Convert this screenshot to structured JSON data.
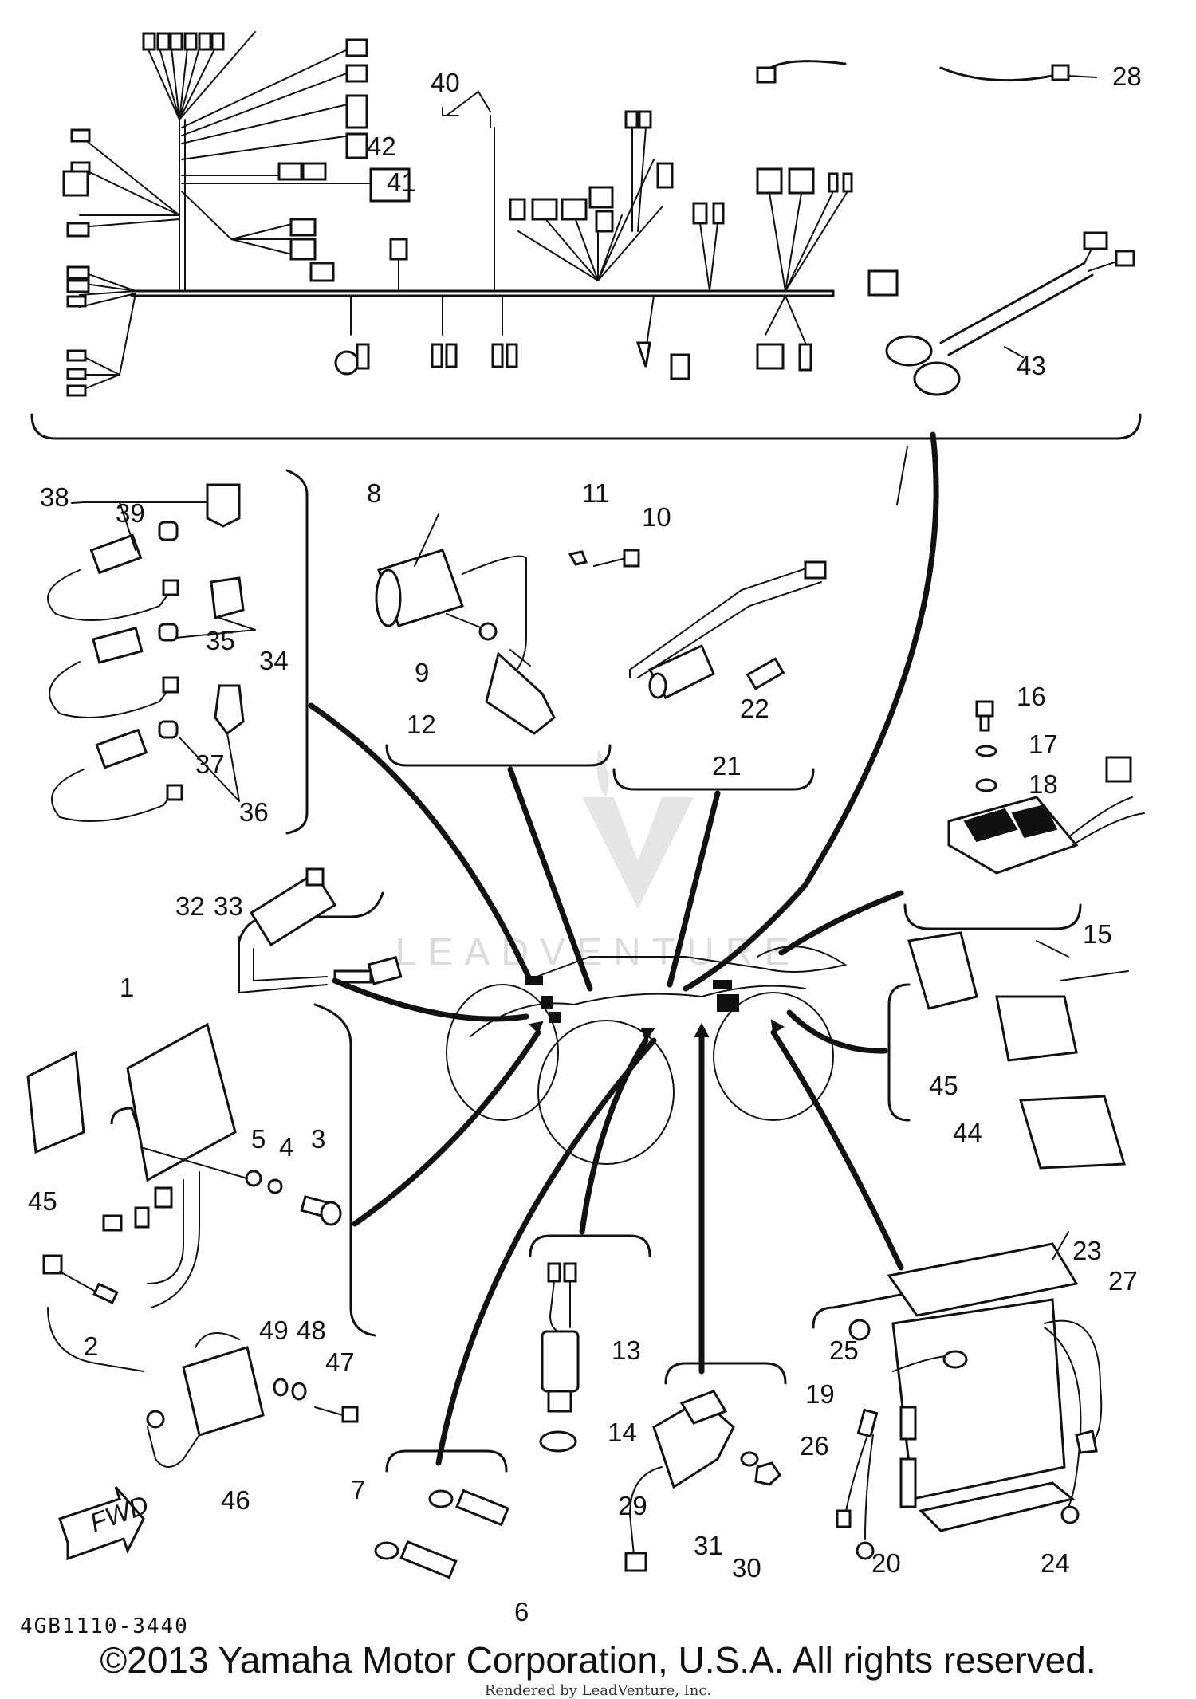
{
  "callouts": {
    "c1": "1",
    "c2": "2",
    "c3": "3",
    "c4": "4",
    "c5": "5",
    "c6": "6",
    "c7": "7",
    "c8": "8",
    "c9": "9",
    "c10": "10",
    "c11": "11",
    "c12": "12",
    "c13": "13",
    "c14": "14",
    "c15": "15",
    "c16": "16",
    "c17": "17",
    "c18": "18",
    "c19": "19",
    "c20": "20",
    "c21": "21",
    "c22": "22",
    "c23": "23",
    "c24": "24",
    "c25": "25",
    "c26": "26",
    "c27": "27",
    "c28": "28",
    "c29": "29",
    "c30": "30",
    "c31": "31",
    "c32": "32",
    "c33": "33",
    "c34": "34",
    "c35": "35",
    "c36": "36",
    "c37": "37",
    "c38": "38",
    "c39": "39",
    "c40": "40",
    "c41": "41",
    "c42": "42",
    "c43": "43",
    "c44": "44",
    "c45a": "45",
    "c45b": "45",
    "c46": "46",
    "c47": "47",
    "c48": "48",
    "c49": "49"
  },
  "fwd_arrow_label": "FWD",
  "part_number_code": "4GB1110-3440",
  "copyright": "©2013 Yamaha Motor Corporation, U.S.A. All rights reserved.",
  "watermark": "LEADVENTURE",
  "rendered_by": "Rendered by LeadVenture, Inc."
}
